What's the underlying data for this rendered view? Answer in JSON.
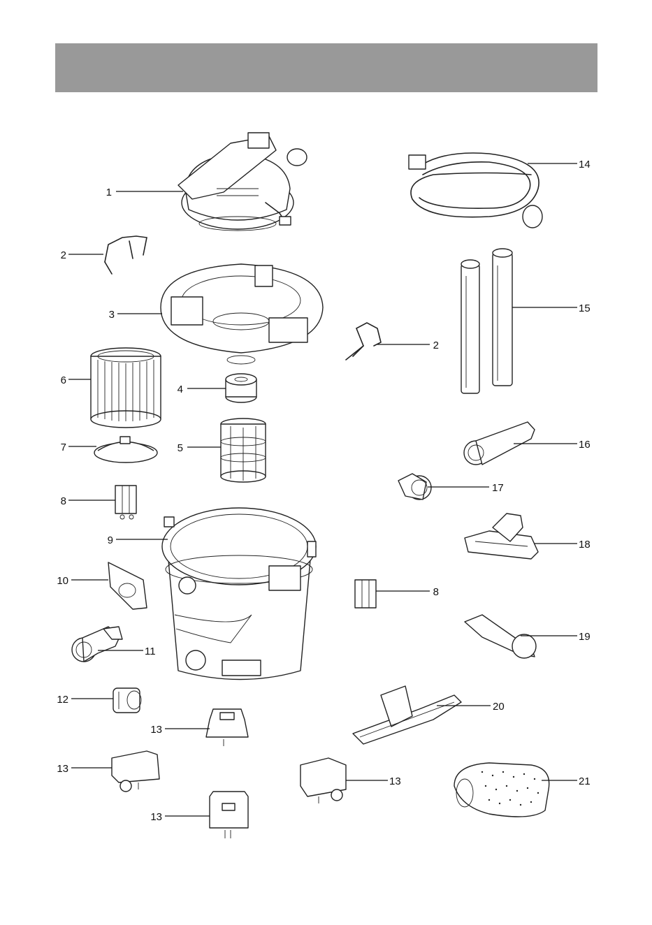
{
  "header": {
    "color": "#999999",
    "title": ""
  },
  "callouts": [
    {
      "id": "c1",
      "label": "1"
    },
    {
      "id": "c2a",
      "label": "2"
    },
    {
      "id": "c2b",
      "label": "2"
    },
    {
      "id": "c3",
      "label": "3"
    },
    {
      "id": "c4",
      "label": "4"
    },
    {
      "id": "c5",
      "label": "5"
    },
    {
      "id": "c6",
      "label": "6"
    },
    {
      "id": "c7",
      "label": "7"
    },
    {
      "id": "c8a",
      "label": "8"
    },
    {
      "id": "c8b",
      "label": "8"
    },
    {
      "id": "c9",
      "label": "9"
    },
    {
      "id": "c10",
      "label": "10"
    },
    {
      "id": "c11",
      "label": "11"
    },
    {
      "id": "c12",
      "label": "12"
    },
    {
      "id": "c13a",
      "label": "13"
    },
    {
      "id": "c13b",
      "label": "13"
    },
    {
      "id": "c13c",
      "label": "13"
    },
    {
      "id": "c13d",
      "label": "13"
    },
    {
      "id": "c14",
      "label": "14"
    },
    {
      "id": "c15",
      "label": "15"
    },
    {
      "id": "c16",
      "label": "16"
    },
    {
      "id": "c17",
      "label": "17"
    },
    {
      "id": "c18",
      "label": "18"
    },
    {
      "id": "c19",
      "label": "19"
    },
    {
      "id": "c20",
      "label": "20"
    },
    {
      "id": "c21",
      "label": "21"
    }
  ]
}
